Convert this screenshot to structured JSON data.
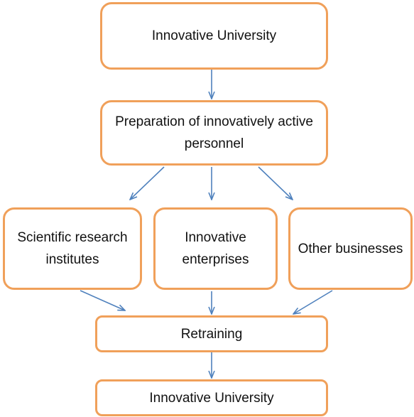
{
  "diagram": {
    "nodes": {
      "top": "Innovative University",
      "prep": "Preparation of innovatively active personnel",
      "sci": "Scientific research institutes",
      "innov": "Innovative enterprises",
      "other": "Other businesses",
      "retrain": "Retraining",
      "bottom": "Innovative University"
    },
    "edges": [
      {
        "from": "top",
        "to": "prep"
      },
      {
        "from": "prep",
        "to": "sci"
      },
      {
        "from": "prep",
        "to": "innov"
      },
      {
        "from": "prep",
        "to": "other"
      },
      {
        "from": "sci",
        "to": "retrain"
      },
      {
        "from": "innov",
        "to": "retrain"
      },
      {
        "from": "other",
        "to": "retrain"
      },
      {
        "from": "retrain",
        "to": "bottom"
      }
    ],
    "colors": {
      "box_border": "#f0a05a",
      "arrow": "#4f81bd",
      "text": "#111111"
    }
  }
}
